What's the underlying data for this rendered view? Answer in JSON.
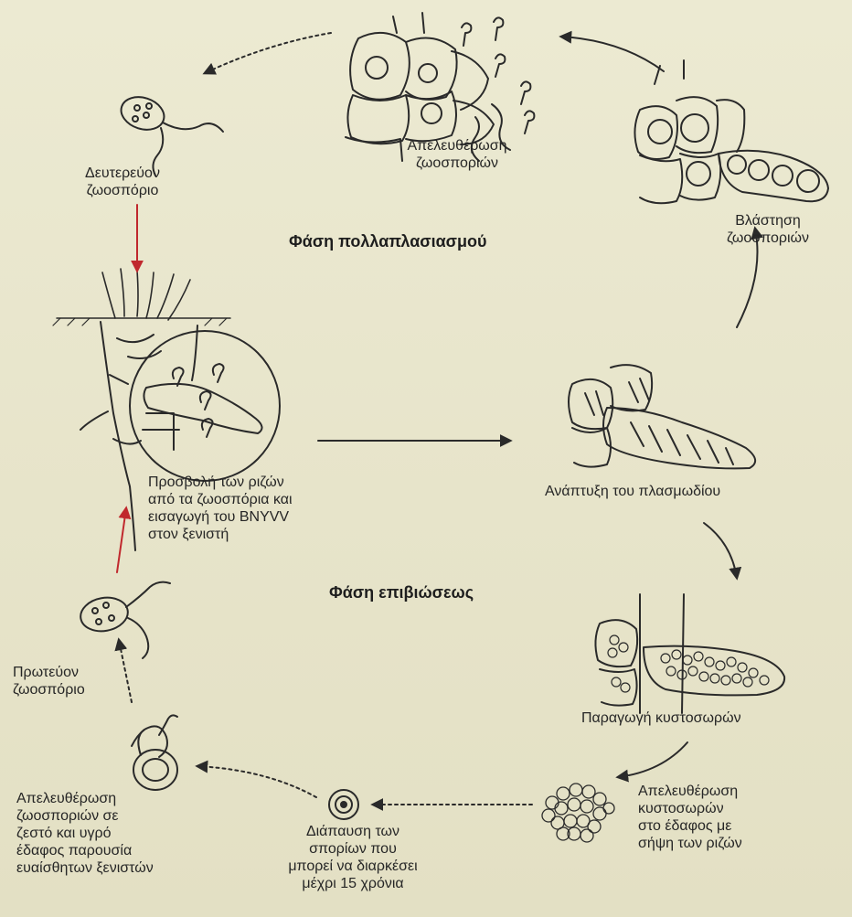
{
  "diagram": {
    "phases": {
      "multiplication": "Φάση πολλαπλασιασμού",
      "survival": "Φάση επιβιώσεως"
    },
    "stages": {
      "secondary_zoospore": "Δευτερεύον\nζωοσπόριο",
      "zoospore_release_top": "Απελευθέρωση\nζωοσποριών",
      "zoospore_germination": "Βλάστηση\nζωοσποριών",
      "plasmodium_development": "Ανάπτυξη του πλασμωδίου",
      "root_infection": "Προσβολή των ριζών\nαπό τα ζωοσπόρια και\nεισαγωγή του BNYVV\nστον ξενιστή",
      "primary_zoospore": "Πρωτεύον\nζωοσπόριο",
      "cystosori_production": "Παραγωγή κυστοσωρών",
      "cystosori_release": "Απελευθέρωση\nκυστοσωρών\nστο έδαφος με\nσήψη των ριζών",
      "spore_dormancy": "Διάπαυση των\nσπορίων που\nμπορεί να διαρκέσει\nμέχρι 15 χρόνια",
      "zoospore_release_bottom": "Απελευθέρωση\nζωοσποριών σε\nζεστό και υγρό\nέδαφος παρουσία\nευαίσθητων ξενιστών"
    },
    "colors": {
      "ink": "#2a2a2a",
      "highlight_arrow": "#c0282d",
      "paper": "#e9e6cd"
    }
  }
}
